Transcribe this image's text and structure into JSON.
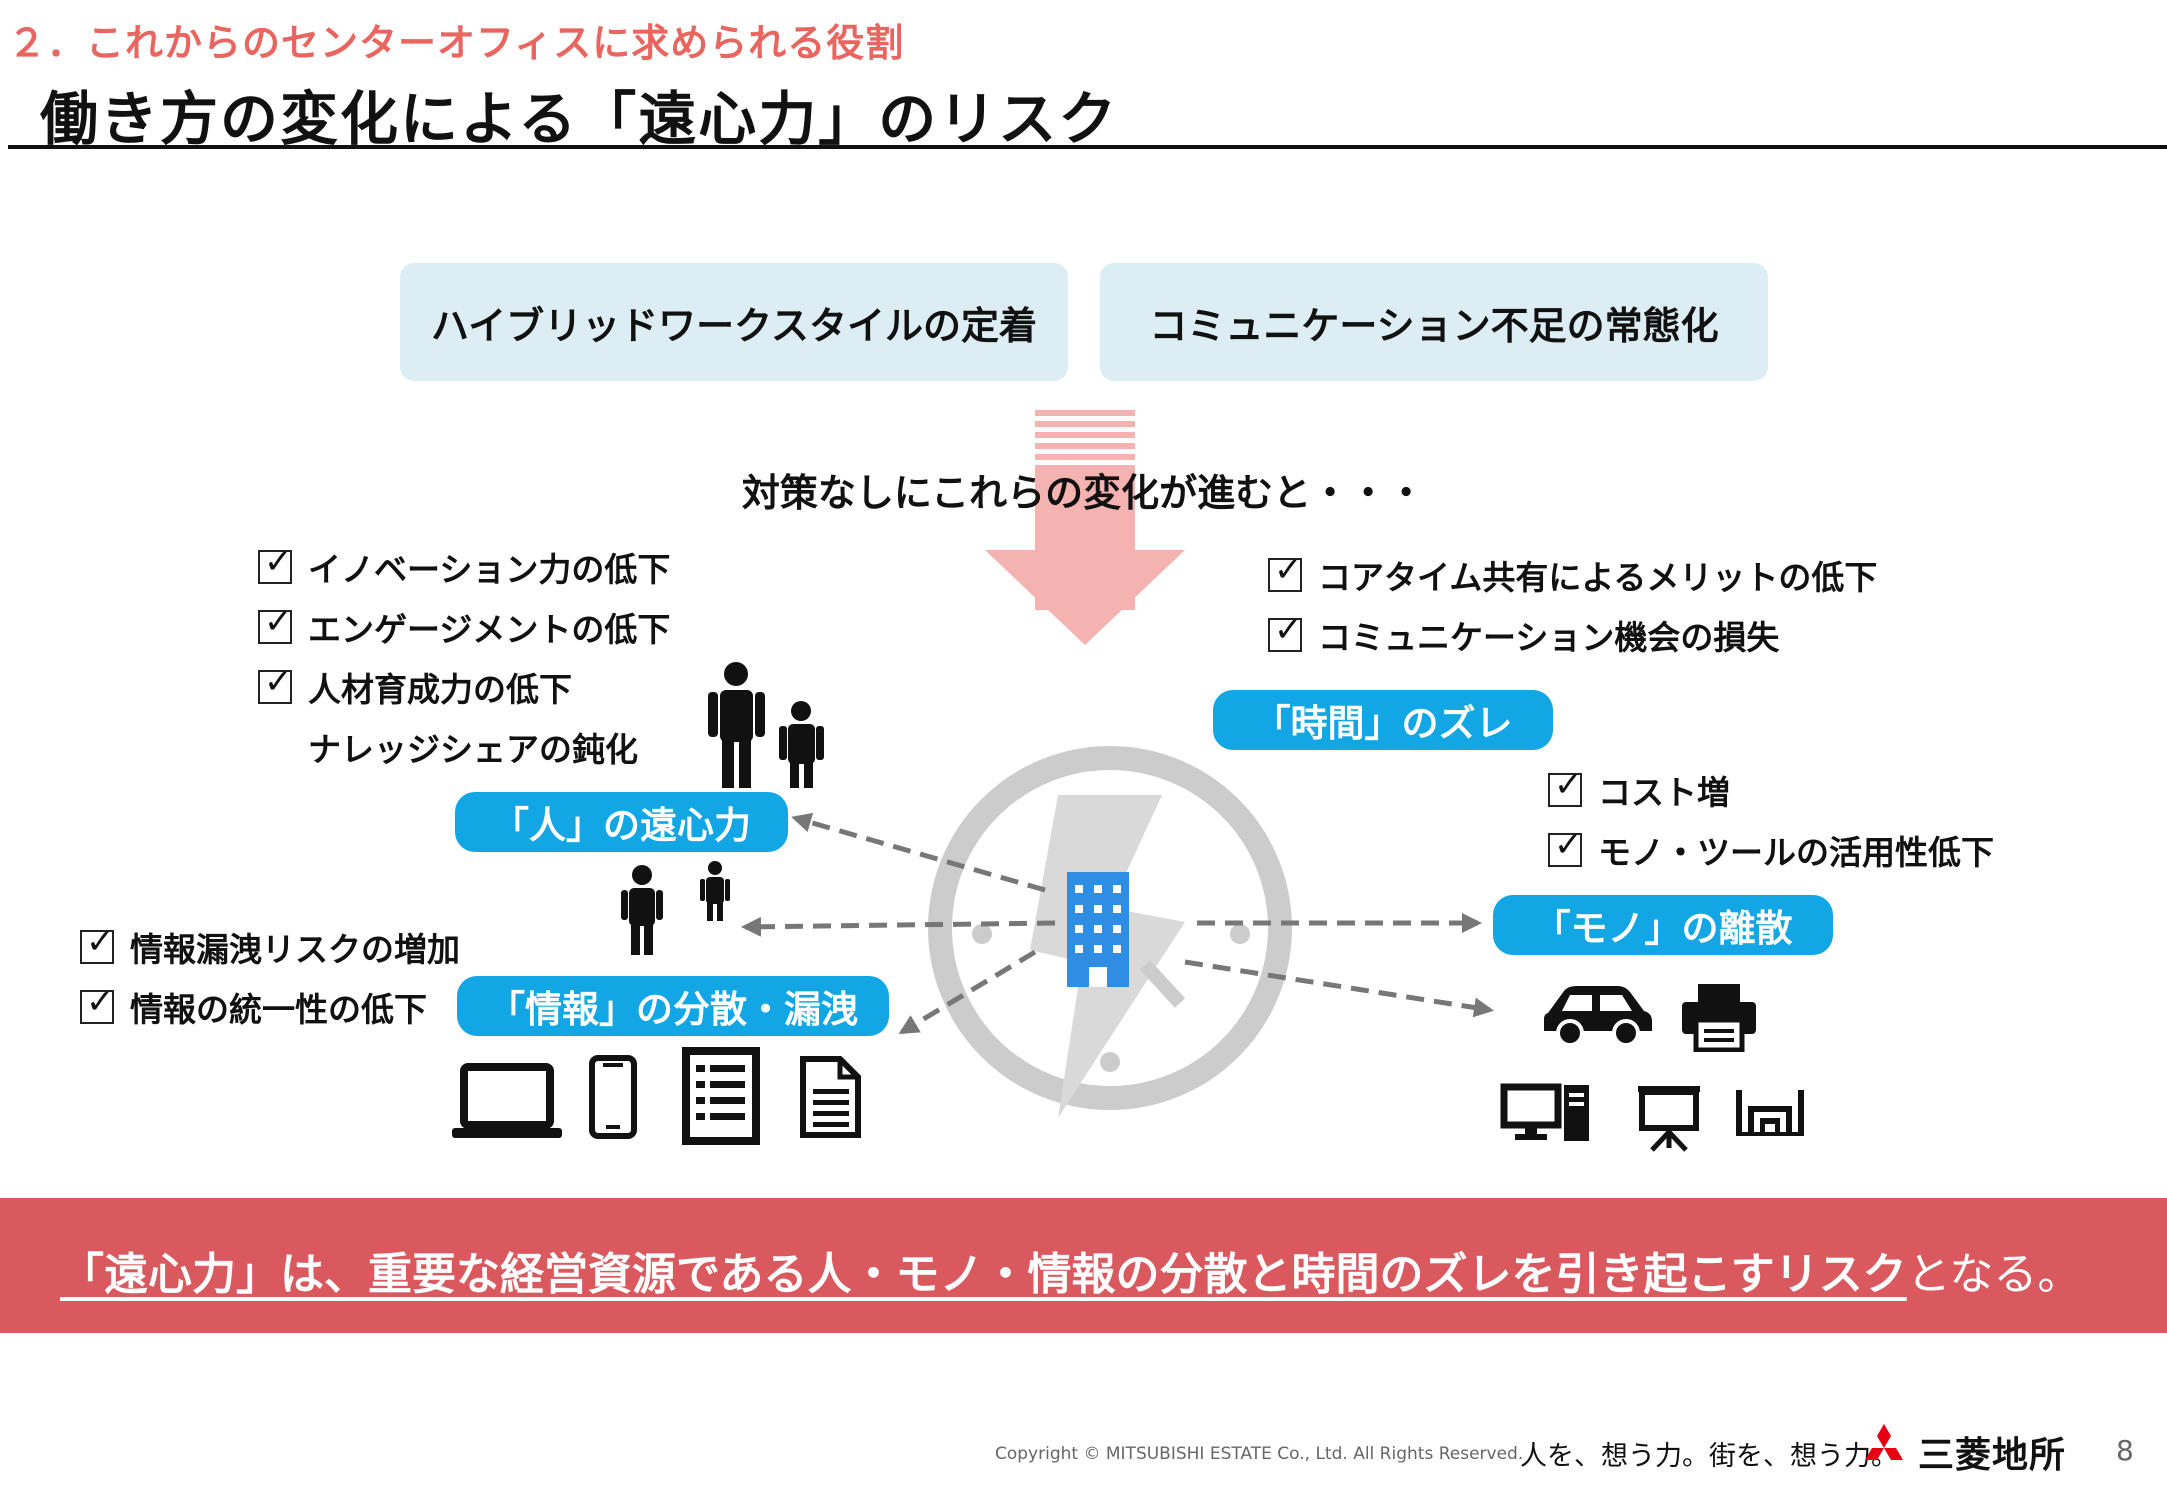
{
  "header": {
    "section": "２．これからのセンターオフィスに求められる役割",
    "title": "働き方の変化による「遠心力」のリスク"
  },
  "changes": [
    {
      "label": "ハイブリッドワークスタイルの定着"
    },
    {
      "label": "コミュニケーション不足の常態化"
    }
  ],
  "prompt": "対策なしにこれらの変化が進むと・・・",
  "people": {
    "checks": [
      "イノベーション力の低下",
      "エンゲージメントの低下",
      "人材育成力の低下"
    ],
    "extra": "ナレッジシェアの鈍化",
    "pill": "「人」の遠心力"
  },
  "time": {
    "checks": [
      "コアタイム共有によるメリットの低下",
      "コミュニケーション機会の損失"
    ],
    "pill": "「時間」のズレ"
  },
  "things": {
    "checks": [
      "コスト増",
      "モノ・ツールの活用性低下"
    ],
    "pill": "「モノ」の離散"
  },
  "info": {
    "checks": [
      "情報漏洩リスクの増加",
      "情報の統一性の低下"
    ],
    "pill": "「情報」の分散・漏洩"
  },
  "conclusion": {
    "emphasis": "「遠心力」は、重要な経営資源である人・モノ・情報の分散と時間のズレを引き起こすリスク",
    "rest": "となる。"
  },
  "footer": {
    "copyright": "Copyright © MITSUBISHI ESTATE Co., Ltd. All Rights Reserved.",
    "tagline": "人を、想う力。街を、想う力。",
    "brand": "三菱地所",
    "page": "8"
  },
  "colors": {
    "accent_red": "#e8665f",
    "band": "#d9595e",
    "pill_blue": "#12a6e4",
    "topbox_bg": "#dceef4",
    "arrow_pink": "#f4b3b1"
  },
  "icons": [
    "person-icon",
    "building-icon",
    "compass-icon",
    "laptop-icon",
    "smartphone-icon",
    "document-list-icon",
    "document-icon",
    "car-icon",
    "printer-icon",
    "desktop-pc-icon",
    "presentation-board-icon",
    "office-desk-icon",
    "checkbox-icon",
    "mitsubishi-logo-icon"
  ]
}
